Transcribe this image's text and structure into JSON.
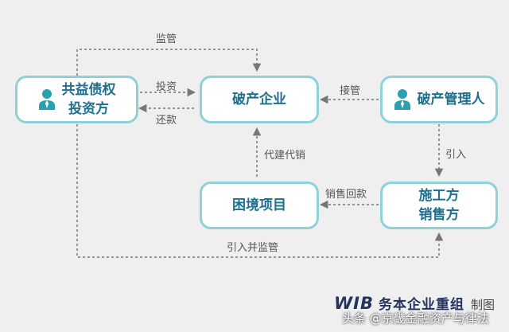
{
  "nodes": {
    "investor": [
      "共益债权",
      "投资方"
    ],
    "bankrupt_company": "破产企业",
    "administrator": "破产管理人",
    "distressed_project": "困境项目",
    "builder_seller": [
      "施工方",
      "销售方"
    ]
  },
  "edges": {
    "supervise": "监管",
    "invest": "投资",
    "repay": "还款",
    "takeover": "接管",
    "introduce": "引入",
    "agent_build_sell": "代建代销",
    "sales_return": "销售回款",
    "introduce_and_supervise": "引入并监管"
  },
  "footer": {
    "brand_mark": "WIB",
    "brand_name": "务本企业重组",
    "made_by": "制图",
    "watermark": "头条 @京畿金融资产与律法"
  },
  "colors": {
    "node_border": "#8fd1d6",
    "node_text": "#1f6f90",
    "arrow": "#777777",
    "icon": "#2aa0b0"
  }
}
